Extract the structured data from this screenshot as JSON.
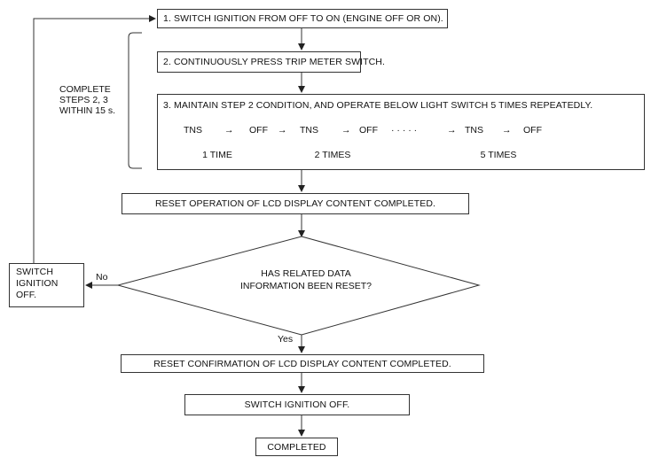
{
  "steps": {
    "step1": "1. SWITCH IGNITION FROM OFF TO ON (ENGINE OFF OR ON).",
    "step2": "2. CONTINUOUSLY PRESS TRIP METER SWITCH.",
    "step3": "3. MAINTAIN STEP 2 CONDITION, AND OPERATE BELOW LIGHT SWITCH 5 TIMES REPEATEDLY."
  },
  "sequence": {
    "tns": "TNS",
    "off": "OFF",
    "arrow": "→",
    "dots": "· · · · ·",
    "count_1": "1 TIME",
    "count_2": "2 TIMES",
    "count_5": "5 TIMES"
  },
  "side_note": [
    "COMPLETE",
    "STEPS 2, 3",
    "WITHIN 15 s."
  ],
  "reset_operation": "RESET OPERATION OF LCD DISPLAY CONTENT COMPLETED.",
  "decision": {
    "line1": "HAS RELATED DATA",
    "line2": "INFORMATION BEEN RESET?",
    "no": "No",
    "yes": "Yes"
  },
  "switch_off_left": [
    "SWITCH",
    "IGNITION",
    "OFF."
  ],
  "reset_confirmation": "RESET CONFIRMATION OF LCD DISPLAY CONTENT COMPLETED.",
  "switch_off": "SWITCH IGNITION OFF.",
  "completed": "COMPLETED"
}
